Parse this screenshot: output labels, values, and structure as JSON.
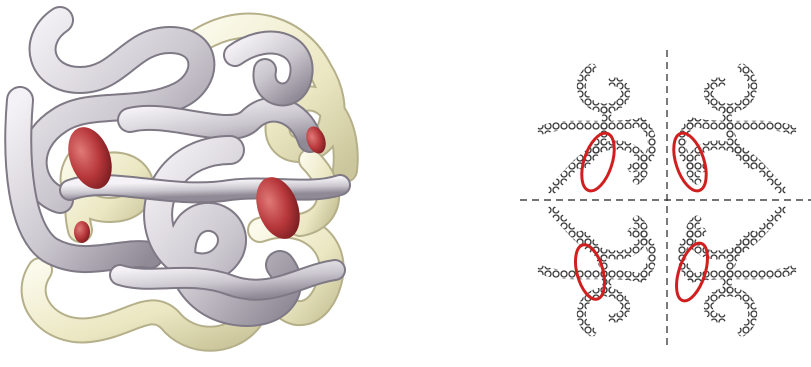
{
  "figure": {
    "left_model": {
      "kind": "tube-ribbon rendering",
      "subunit_color_a": "#c9c6cd",
      "subunit_color_b": "#ece9c4",
      "heme_color": "#b93a3d"
    },
    "right_model": {
      "kind": "helical coil rendering",
      "coil_color": "#3a3a3a",
      "heme_color": "#d11f1f",
      "axis_style": "dashed"
    }
  }
}
